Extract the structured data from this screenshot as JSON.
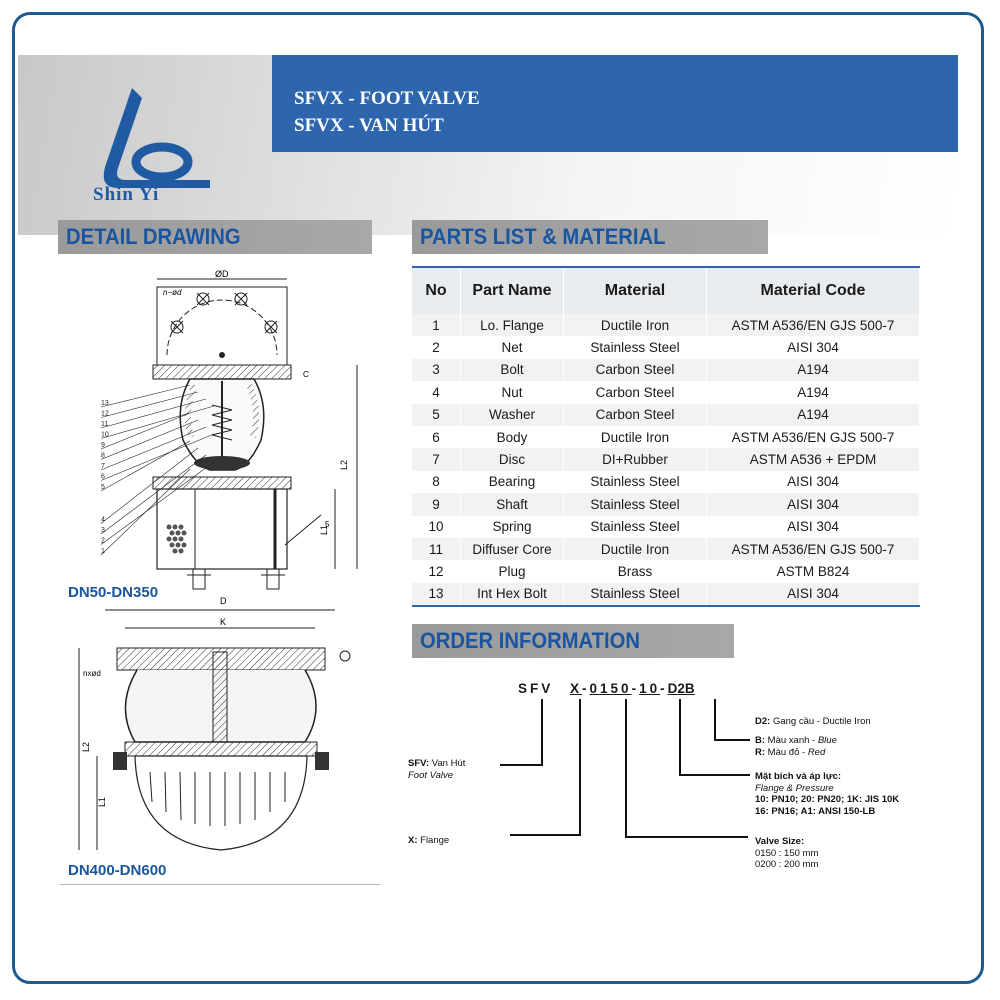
{
  "header": {
    "title_line1": "SFVX - FOOT VALVE",
    "title_line2": "SFVX - VAN HÚT",
    "logo_text": "Shin Yi"
  },
  "sections": {
    "detail_drawing": "DETAIL DRAWING",
    "parts_list": "PARTS LIST & MATERIAL",
    "order_info": "ORDER INFORMATION"
  },
  "drawing": {
    "label_small": "DN50-DN350",
    "label_large": "DN400-DN600",
    "dims": {
      "od": "ØD",
      "n_od": "n−ød",
      "c": "C",
      "l1": "L1",
      "l2": "L2",
      "d": "D",
      "k": "K",
      "nxod": "nxød"
    },
    "balloons": [
      "13",
      "12",
      "11",
      "10",
      "9",
      "8",
      "7",
      "6",
      "5",
      "4",
      "3",
      "2",
      "1"
    ],
    "balloon_5": "5"
  },
  "parts_table": {
    "headers": [
      "No",
      "Part Name",
      "Material",
      "Material Code"
    ],
    "rows": [
      [
        "1",
        "Lo. Flange",
        "Ductile Iron",
        "ASTM A536/EN GJS 500-7"
      ],
      [
        "2",
        "Net",
        "Stainless Steel",
        "AISI 304"
      ],
      [
        "3",
        "Bolt",
        "Carbon Steel",
        "A194"
      ],
      [
        "4",
        "Nut",
        "Carbon Steel",
        "A194"
      ],
      [
        "5",
        "Washer",
        "Carbon Steel",
        "A194"
      ],
      [
        "6",
        "Body",
        "Ductile Iron",
        "ASTM A536/EN GJS 500-7"
      ],
      [
        "7",
        "Disc",
        "DI+Rubber",
        "ASTM A536 + EPDM"
      ],
      [
        "8",
        "Bearing",
        "Stainless Steel",
        "AISI 304"
      ],
      [
        "9",
        "Shaft",
        "Stainless Steel",
        "AISI 304"
      ],
      [
        "10",
        "Spring",
        "Stainless Steel",
        "AISI 304"
      ],
      [
        "11",
        "Diffuser Core",
        "Ductile Iron",
        "ASTM A536/EN GJS 500-7"
      ],
      [
        "12",
        "Plug",
        "Brass",
        "ASTM B824"
      ],
      [
        "13",
        "Int Hex Bolt",
        "Stainless Steel",
        "AISI 304"
      ]
    ]
  },
  "order": {
    "code": {
      "sfv": "SFV",
      "x": "X",
      "dash1": "-",
      "size": "0150",
      "dash2": "-",
      "flange": "10",
      "dash3": "-",
      "material": "D2B"
    },
    "sfv_label": "SFV:",
    "sfv_vi": "Van Hút",
    "sfv_en": "Foot Valve",
    "x_label": "X:",
    "x_text": "Flange",
    "d2_label": "D2:",
    "d2_text": "Gang cầu - Ductile Iron",
    "b_label": "B:",
    "b_vi": "Màu xanh -",
    "b_en": "Blue",
    "r_label": "R:",
    "r_vi": "Màu đỏ -",
    "r_en": "Red",
    "flange_title": "Mặt bích và áp lực:",
    "flange_en": "Flange & Pressure",
    "flange_line1": "10: PN10; 20: PN20; 1K: JIS 10K",
    "flange_line2": "16: PN16; A1: ANSI 150-LB",
    "size_title": "Valve Size:",
    "size_line1": "0150 : 150 mm",
    "size_line2": "0200 : 200 mm"
  },
  "colors": {
    "brand_blue": "#2d66ad",
    "frame_blue": "#1e5a8c",
    "section_text": "#1a55a0",
    "section_bg": "#a0a0a0"
  }
}
